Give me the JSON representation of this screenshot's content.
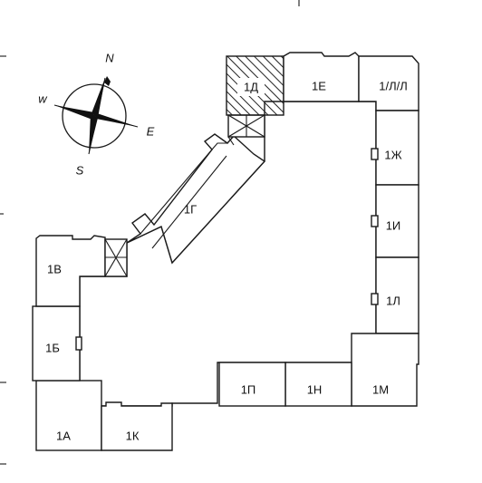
{
  "compass": {
    "north": "N",
    "east": "E",
    "south": "S",
    "west": "w"
  },
  "sections": {
    "s1a": "1А",
    "s1b": "1Б",
    "s1v": "1В",
    "s1g": "1Г",
    "s1d": "1Д",
    "s1e": "1Е",
    "s1ll": "1/Л/Л",
    "s1zh": "1Ж",
    "s1i": "1И",
    "s1l": "1Л",
    "s1m": "1М",
    "s1n": "1Н",
    "s1p": "1П",
    "s1k": "1К"
  },
  "colors": {
    "line": "#1a1a1a",
    "background": "#ffffff",
    "hatch": "#222222"
  }
}
